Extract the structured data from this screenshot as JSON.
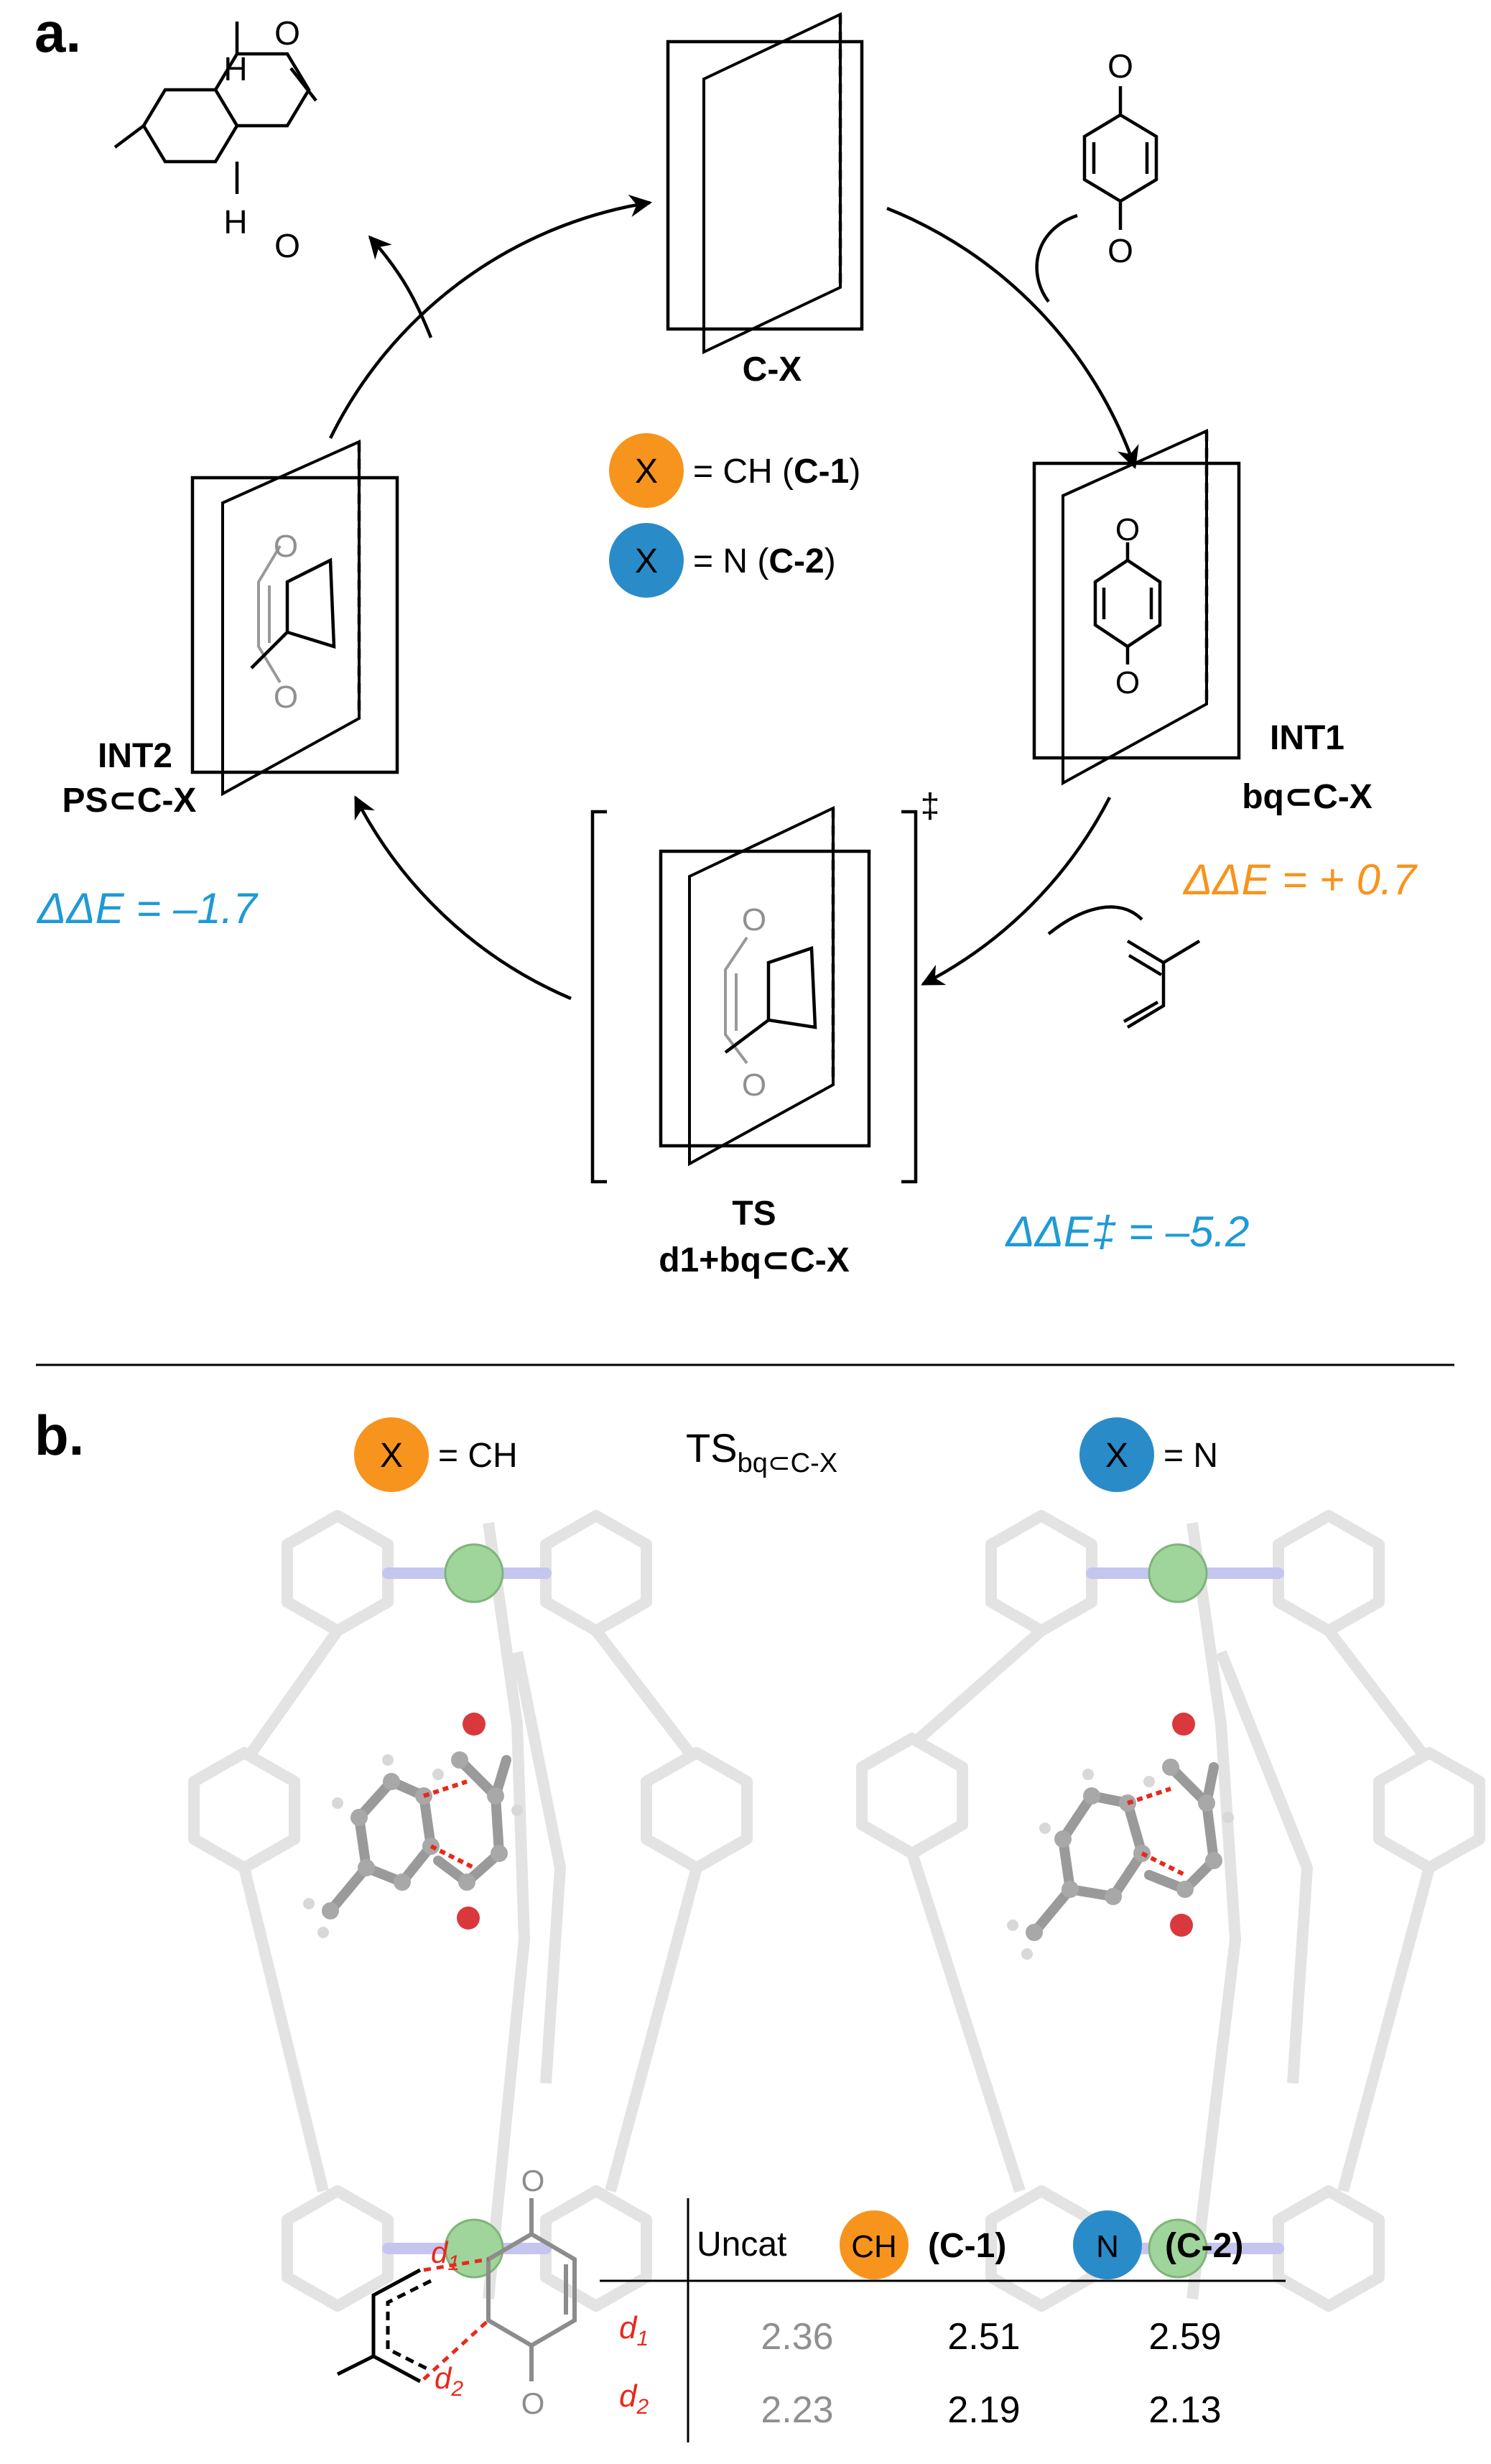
{
  "panel_a": {
    "label": "a.",
    "cage_label": "C-X",
    "legend": {
      "ch": {
        "badge": "X",
        "pre": "= CH (",
        "strong": "C-1",
        "post": ")",
        "color": "#f7941d"
      },
      "n": {
        "badge": "X",
        "pre": "= N (",
        "strong": "C-2",
        "post": ")",
        "color": "#2a8bc9"
      }
    },
    "int1": {
      "line1": "INT1",
      "line2": "bq⊂C-X",
      "energy": "ΔΔE = + 0.7",
      "energy_color": "#f7941d"
    },
    "int2": {
      "line1": "INT2",
      "line2": "PS⊂C-X",
      "energy": "ΔΔE = –1.7",
      "energy_color": "#1e9ad6"
    },
    "ts": {
      "line1": "TS",
      "line2": "d1+bq⊂C-X",
      "energy": "ΔΔE‡ = –5.2",
      "energy_color": "#1e9ad6",
      "dagger": "‡"
    },
    "atoms": {
      "O": "O",
      "H": "H"
    }
  },
  "panel_b": {
    "label": "b.",
    "left_title": {
      "badge": "X",
      "text": "= CH",
      "color": "#f7941d"
    },
    "center_title": {
      "main": "TS",
      "sub": "bq⊂C-X"
    },
    "right_title": {
      "badge": "X",
      "text": "= N",
      "color": "#2a8bc9"
    },
    "table": {
      "headers": {
        "uncat": "Uncat",
        "ch_badge": "CH",
        "ch_label": "(C-1)",
        "n_badge": "N",
        "n_label": "(C-2)"
      },
      "rows": [
        {
          "label": "d",
          "sub": "1",
          "uncat": "2.36",
          "c1": "2.51",
          "c2": "2.59"
        },
        {
          "label": "d",
          "sub": "2",
          "uncat": "2.23",
          "c1": "2.19",
          "c2": "2.13"
        }
      ]
    },
    "bond_labels": {
      "d1": "d",
      "d1_sub": "1",
      "d2": "d",
      "d2_sub": "2"
    }
  },
  "colors": {
    "orange": "#f7941d",
    "blue": "#2a8bc9",
    "red": "#e8291c",
    "grey": "#909090"
  }
}
